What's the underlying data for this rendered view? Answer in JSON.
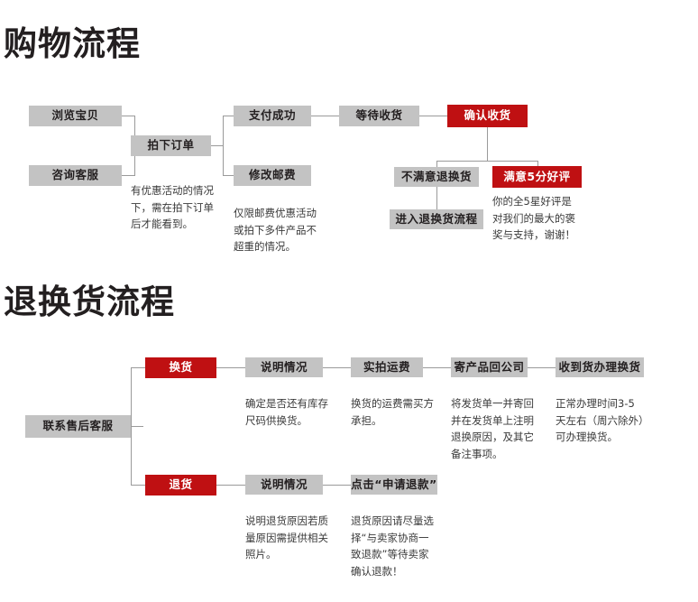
{
  "sections": [
    {
      "id": "shopping",
      "title": "购物流程",
      "boxes": [
        {
          "name": "browse-item",
          "label": "浏览宝贝",
          "style": "gray"
        },
        {
          "name": "consult-service",
          "label": "咨询客服",
          "style": "gray"
        },
        {
          "name": "place-order",
          "label": "拍下订单",
          "style": "gray"
        },
        {
          "name": "payment-success",
          "label": "支付成功",
          "style": "gray"
        },
        {
          "name": "modify-shipping",
          "label": "修改邮费",
          "style": "gray"
        },
        {
          "name": "await-delivery",
          "label": "等待收货",
          "style": "gray"
        },
        {
          "name": "confirm-receipt",
          "label": "确认收货",
          "style": "red"
        },
        {
          "name": "unsatisfied-return",
          "label": "不满意退换货",
          "style": "gray"
        },
        {
          "name": "enter-return-flow",
          "label": "进入退换货流程",
          "style": "gray"
        },
        {
          "name": "satisfied-review",
          "label": "满意5分好评",
          "style": "red"
        }
      ],
      "captions": [
        {
          "name": "caption-place-order",
          "text": "有优惠活动的情况下，需在拍下订单后才能看到。"
        },
        {
          "name": "caption-modify-shipping",
          "text": "仅限邮费优惠活动或拍下多件产品不超重的情况。"
        },
        {
          "name": "caption-satisfied-review",
          "text": "你的全5星好评是对我们的最大的褒奖与支持，谢谢！"
        }
      ]
    },
    {
      "id": "return-exchange",
      "title": "退换货流程",
      "boxes": [
        {
          "name": "contact-after-sales",
          "label": "联系售后客服",
          "style": "gray"
        },
        {
          "name": "exchange",
          "label": "换货",
          "style": "red"
        },
        {
          "name": "explain-exchange",
          "label": "说明情况",
          "style": "gray"
        },
        {
          "name": "actual-shipping-fee",
          "label": "实拍运费",
          "style": "gray"
        },
        {
          "name": "send-product-back",
          "label": "寄产品回公司",
          "style": "gray"
        },
        {
          "name": "receive-and-exchange",
          "label": "收到货办理换货",
          "style": "gray"
        },
        {
          "name": "refund",
          "label": "退货",
          "style": "red"
        },
        {
          "name": "explain-refund",
          "label": "说明情况",
          "style": "gray"
        },
        {
          "name": "click-apply-refund",
          "label": "点击“申请退款”",
          "style": "gray"
        }
      ],
      "captions": [
        {
          "name": "caption-explain-exchange",
          "text": "确定是否还有库存尺码供换货。"
        },
        {
          "name": "caption-actual-shipping-fee",
          "text": "换货的运费需买方承担。"
        },
        {
          "name": "caption-send-product-back",
          "text": "将发货单一并寄回并在发货单上注明退换原因，及其它备注事项。"
        },
        {
          "name": "caption-receive-exchange",
          "text": "正常办理时间3-5天左右（周六除外）可办理换货。"
        },
        {
          "name": "caption-explain-refund",
          "text": "说明退货原因若质量原因需提供相关照片。"
        },
        {
          "name": "caption-apply-refund",
          "text": "退货原因请尽量选择“与卖家协商一致退款”等待卖家确认退款！"
        }
      ]
    }
  ],
  "colors": {
    "red": "#bf1012",
    "gray": "#c3c3c3",
    "line": "#9a9a9a",
    "text": "#231f20",
    "caption_text": "#3a3a3a",
    "background": "#ffffff"
  }
}
